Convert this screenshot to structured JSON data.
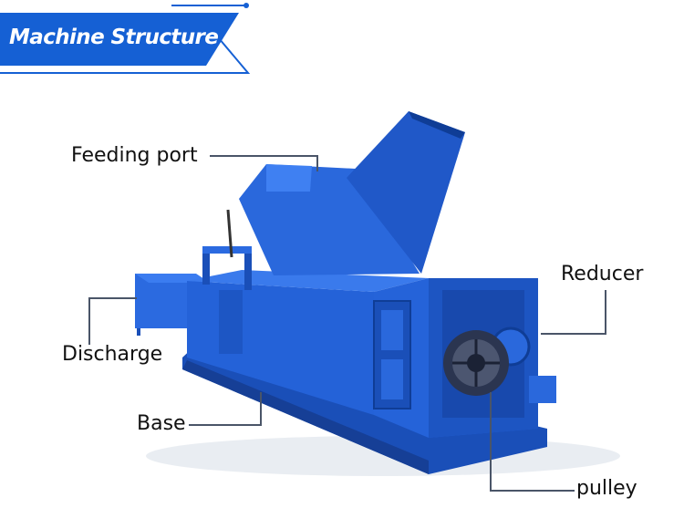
{
  "header": {
    "title": "Machine Structure",
    "accent_color": "#1560d4"
  },
  "machine": {
    "body_color": "#1f5fd6",
    "icon": "baler-machine-illustration"
  },
  "labels": {
    "feeding_port": "Feeding port",
    "reducer": "Reducer",
    "discharge": "Discharge",
    "base": "Base",
    "pulley": "pulley"
  }
}
